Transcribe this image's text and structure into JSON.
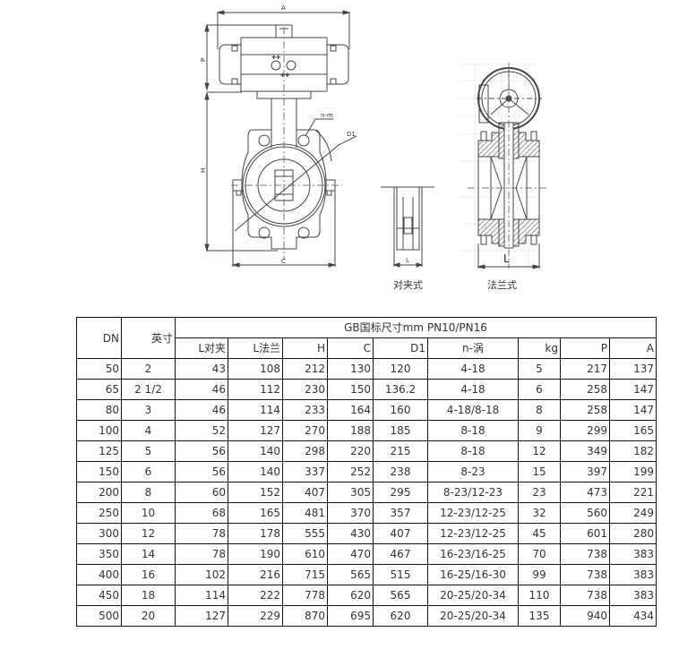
{
  "drawings": {
    "left_view": {
      "dim_labels": {
        "A": "A",
        "P": "P",
        "H": "H",
        "C": "C",
        "D1": "D1",
        "n_m": "n-m"
      }
    },
    "wafer_view": {
      "dim_L": "L",
      "caption": "对夹式"
    },
    "flange_view": {
      "dim_L": "L",
      "caption": "法兰式"
    }
  },
  "table": {
    "header": {
      "dn": "DN",
      "inch": "英寸",
      "group": "GB国标尺寸mm PN10/PN16",
      "cols": [
        "L对夹",
        "L法兰",
        "H",
        "C",
        "D1",
        "n-涡",
        "kg",
        "P",
        "A"
      ]
    },
    "rows": [
      [
        "50",
        "2",
        "43",
        "108",
        "212",
        "130",
        "120",
        "4-18",
        "5",
        "217",
        "137"
      ],
      [
        "65",
        "2 1/2",
        "46",
        "112",
        "230",
        "150",
        "136.2",
        "4-18",
        "6",
        "258",
        "147"
      ],
      [
        "80",
        "3",
        "46",
        "114",
        "233",
        "164",
        "160",
        "4-18/8-18",
        "8",
        "258",
        "147"
      ],
      [
        "100",
        "4",
        "52",
        "127",
        "270",
        "188",
        "185",
        "8-18",
        "9",
        "299",
        "165"
      ],
      [
        "125",
        "5",
        "56",
        "140",
        "298",
        "220",
        "215",
        "8-18",
        "12",
        "349",
        "182"
      ],
      [
        "150",
        "6",
        "56",
        "140",
        "337",
        "252",
        "238",
        "8-23",
        "15",
        "397",
        "199"
      ],
      [
        "200",
        "8",
        "60",
        "152",
        "407",
        "305",
        "295",
        "8-23/12-23",
        "23",
        "473",
        "221"
      ],
      [
        "250",
        "10",
        "68",
        "165",
        "481",
        "370",
        "357",
        "12-23/12-25",
        "32",
        "560",
        "249"
      ],
      [
        "300",
        "12",
        "78",
        "178",
        "555",
        "430",
        "407",
        "12-23/12-25",
        "45",
        "601",
        "280"
      ],
      [
        "350",
        "14",
        "78",
        "190",
        "610",
        "470",
        "467",
        "16-23/16-25",
        "70",
        "738",
        "383"
      ],
      [
        "400",
        "16",
        "102",
        "216",
        "715",
        "565",
        "515",
        "16-25/16-30",
        "99",
        "738",
        "383"
      ],
      [
        "450",
        "18",
        "114",
        "222",
        "778",
        "620",
        "565",
        "20-25/20-34",
        "110",
        "738",
        "383"
      ],
      [
        "500",
        "20",
        "127",
        "229",
        "870",
        "695",
        "620",
        "20-25/20-34",
        "135",
        "940",
        "434"
      ]
    ]
  }
}
